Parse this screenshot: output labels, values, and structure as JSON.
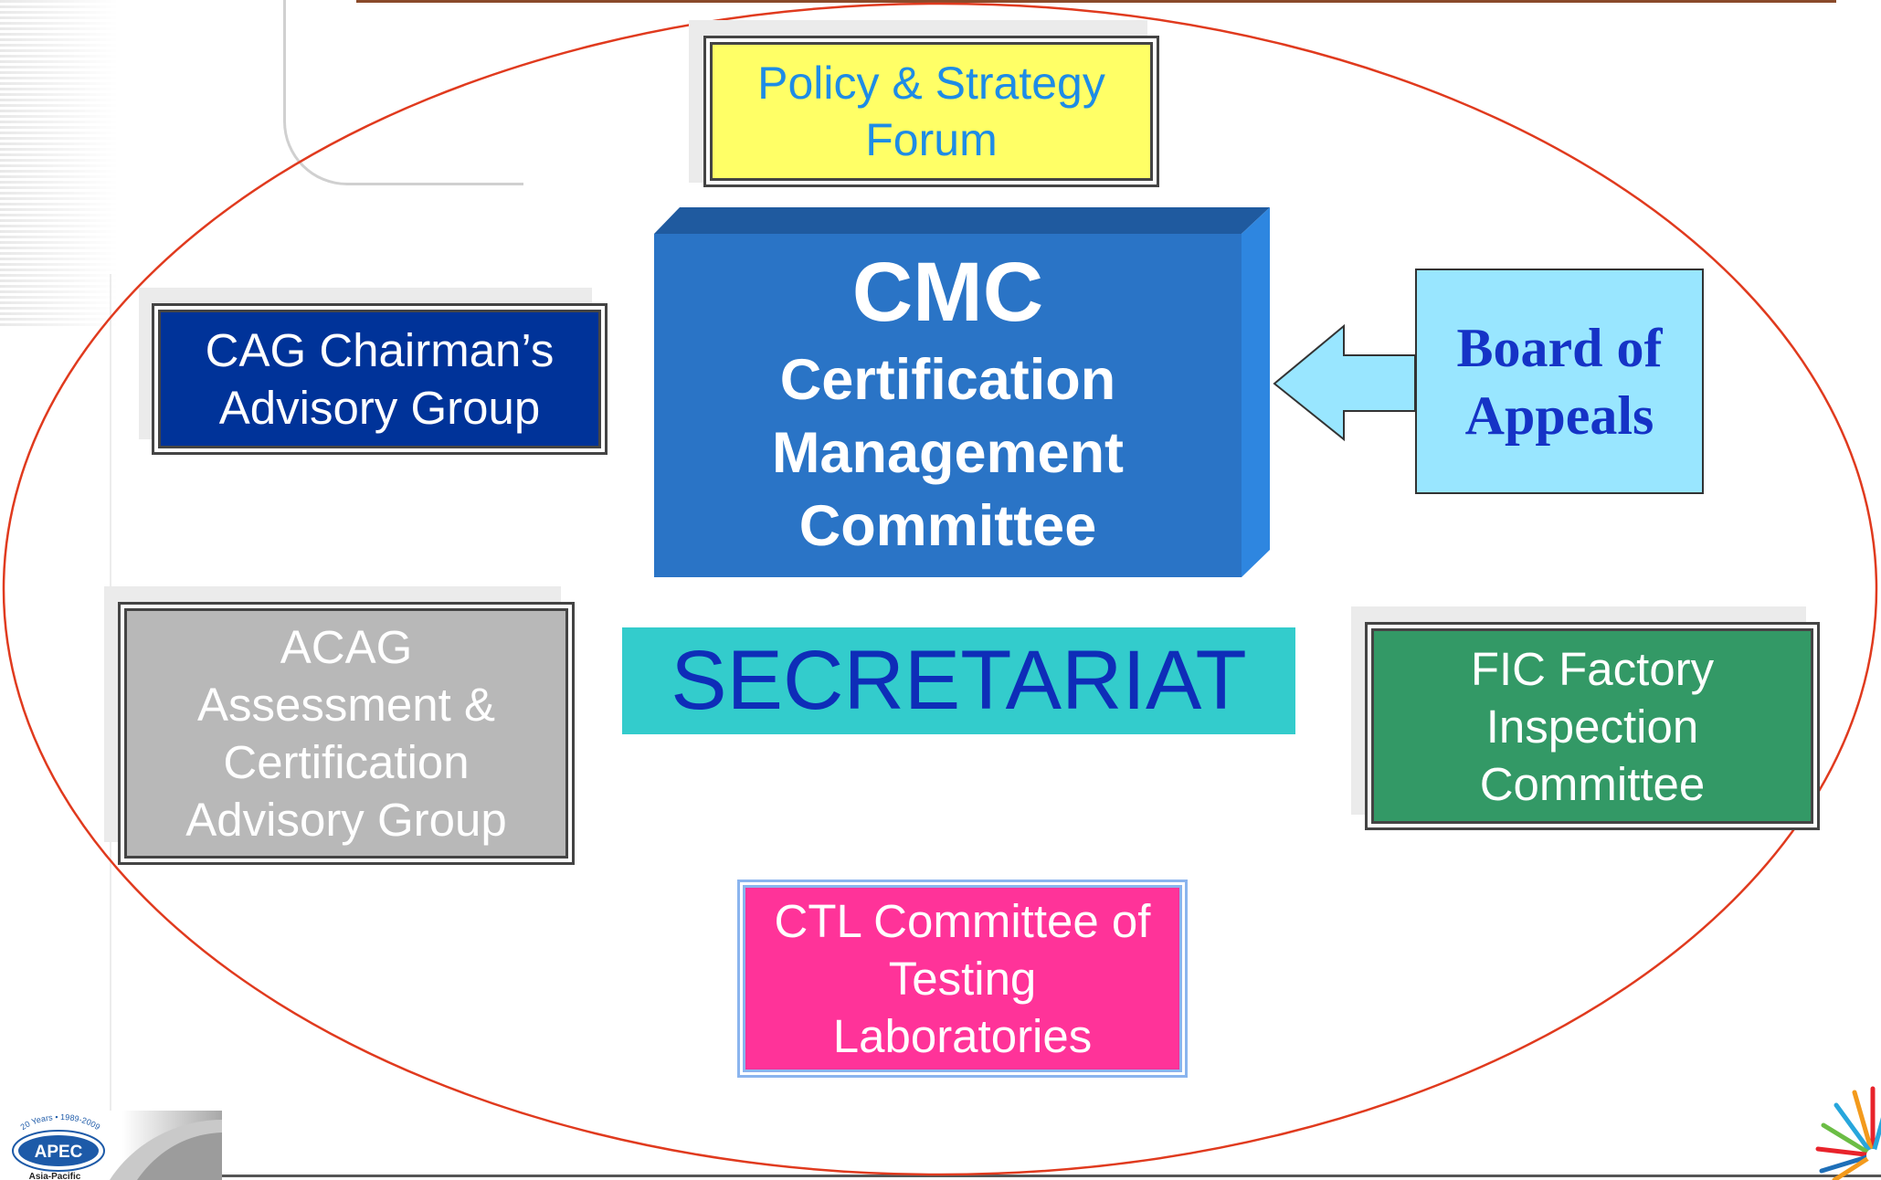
{
  "diagram": {
    "policy_forum": {
      "lines": [
        "Policy & Strategy",
        "Forum"
      ]
    },
    "cmc": {
      "abbreviation": "CMC",
      "lines": [
        "Certification",
        "Management",
        "Committee"
      ]
    },
    "board_of_appeals": {
      "lines": [
        "Board of",
        "Appeals"
      ]
    },
    "cag": {
      "lines": [
        "CAG Chairman’s",
        "Advisory Group"
      ]
    },
    "acag": {
      "lines": [
        "ACAG",
        "Assessment &",
        "Certification",
        "Advisory Group"
      ]
    },
    "secretariat": "SECRETARIAT",
    "fic": {
      "lines": [
        "FIC Factory",
        "Inspection",
        "Committee"
      ]
    },
    "ctl": {
      "lines": [
        "CTL Committee of",
        "Testing",
        "Laboratories"
      ]
    }
  },
  "logo": {
    "name": "APEC",
    "tagline": "20 Years • 1989-2009",
    "subtitle": "Asia-Pacific"
  },
  "colors": {
    "ellipse_stroke": "#e03a1e",
    "policy_fill": "#ffff66",
    "policy_text": "#1e8ce6",
    "cmc_front": "#2a74c6",
    "cmc_top": "#1f5a9f",
    "cmc_side": "#2e86e0",
    "boa_fill": "#99e6ff",
    "boa_text": "#1533c6",
    "cag_fill": "#003399",
    "acag_fill": "#b8b8b8",
    "secretariat_fill": "#33cccc",
    "secretariat_text": "#0e2db8",
    "fic_fill": "#339966",
    "ctl_fill": "#ff3399"
  }
}
